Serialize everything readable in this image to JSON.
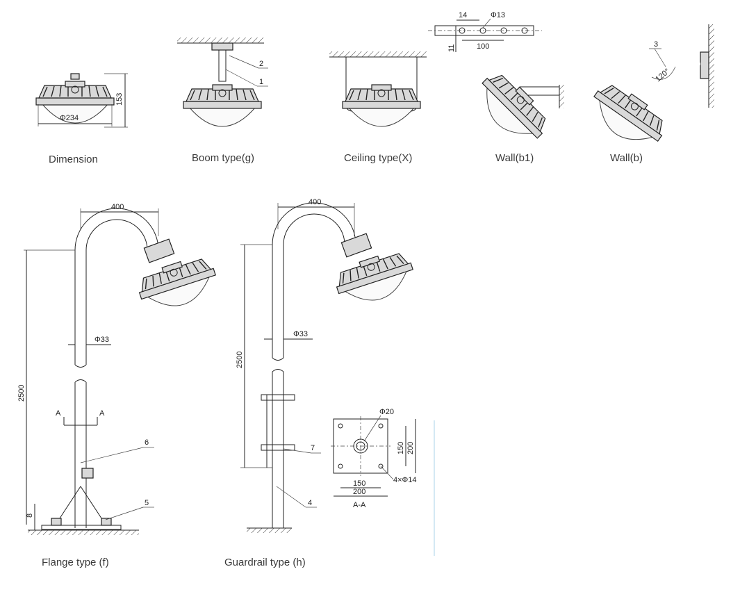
{
  "captions": {
    "dimension": "Dimension",
    "boom": "Boom type(g)",
    "ceiling": "Ceiling type(X)",
    "wall_b1": "Wall(b1)",
    "wall_b": "Wall(b)",
    "flange": "Flange type (f)",
    "guardrail": "Guardrail type (h)"
  },
  "dimensions": {
    "diameter_234": "Φ234",
    "height_153": "153",
    "d14": "14",
    "phi13": "Φ13",
    "d11": "11",
    "d100": "100",
    "angle_120": "120°",
    "w400_left": "400",
    "w400_right": "400",
    "phi33_left": "Φ33",
    "phi33_right": "Φ33",
    "h2500_left": "2500",
    "h2500_right": "2500",
    "d8": "8",
    "phi20": "Φ20",
    "d150_h": "150",
    "d200_h": "200",
    "d150_v": "150",
    "d200_v": "200",
    "holes": "4×Φ14"
  },
  "section_labels": {
    "a_left": "A",
    "a_right": "A",
    "aa": "A-A"
  },
  "callouts": {
    "c1": "1",
    "c2": "2",
    "c3": "3",
    "c4": "4",
    "c5": "5",
    "c6": "6",
    "c7": "7"
  },
  "colors": {
    "line": "#222222",
    "fin_fill": "#d9d9d9",
    "caption": "#3a3a3a",
    "accent_rule": "#a9d3e8"
  }
}
